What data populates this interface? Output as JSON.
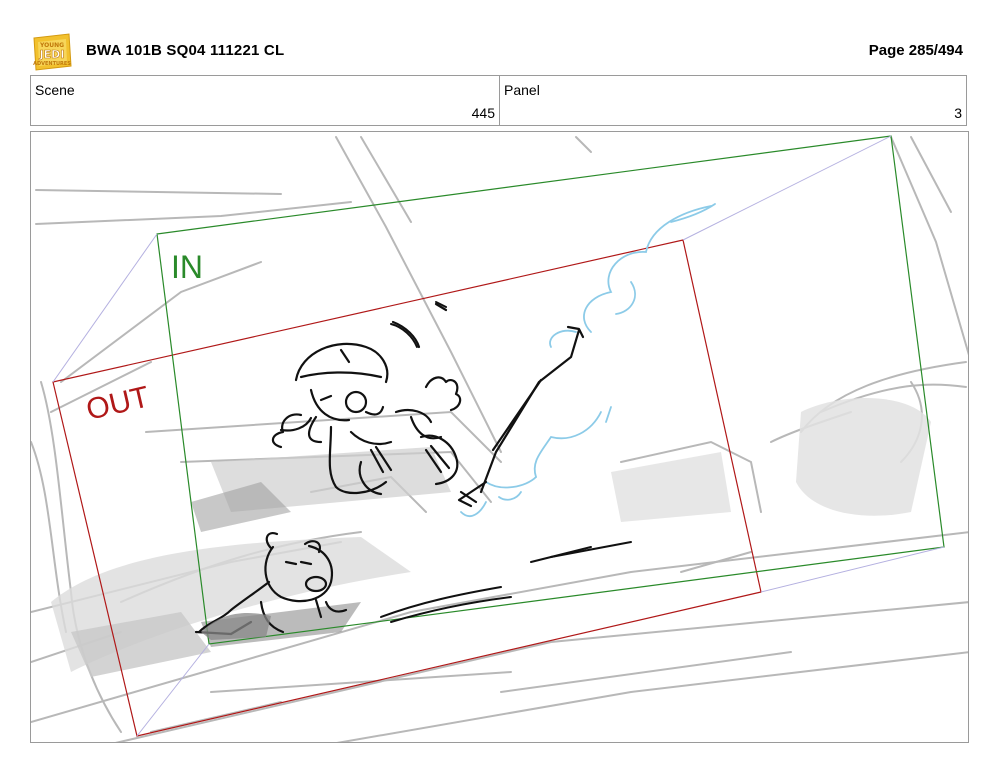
{
  "header": {
    "logo_text": "YOUNG JEDI ADVENTURES",
    "title": "BWA 101B SQ04 111221 CL",
    "page": "Page 285/494"
  },
  "info": {
    "scene_label": "Scene",
    "scene_value": "445",
    "panel_label": "Panel",
    "panel_value": "3"
  },
  "frame": {
    "in_label": "IN",
    "out_label": "OUT",
    "colors": {
      "in": "#2a8a2a",
      "out": "#b01818",
      "sketch": "#b4b4b4",
      "ink": "#111111",
      "blue": "#8ccbe8"
    }
  }
}
